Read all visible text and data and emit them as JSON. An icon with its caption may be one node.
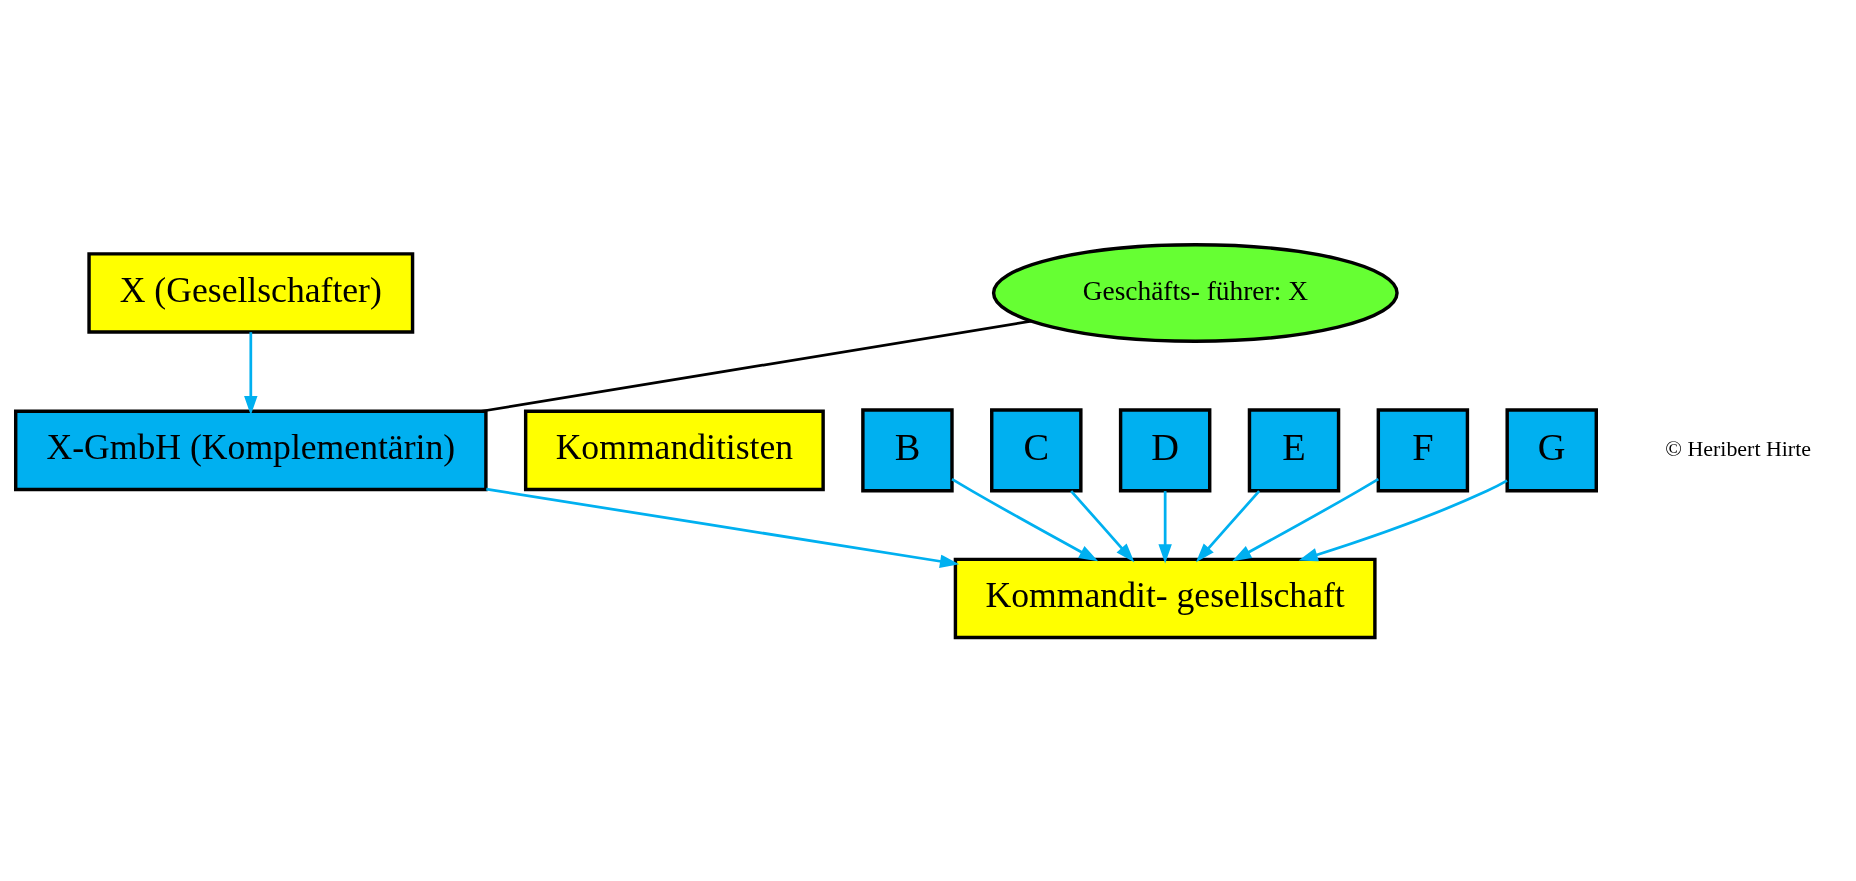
{
  "diagram": {
    "nodes": [
      {
        "text": [
          "X (Gesellschafter)"
        ]
      },
      {
        "text": [
          "X-GmbH (Komplementärin)"
        ]
      },
      {
        "text": [
          "Geschäfts- führer: X"
        ]
      },
      {
        "text": [
          "Kommandit- gesellschaft"
        ]
      },
      {
        "text": [
          "Kommanditisten"
        ]
      },
      {
        "text": [
          "B"
        ]
      },
      {
        "text": [
          "C"
        ]
      },
      {
        "text": [
          "D"
        ]
      },
      {
        "text": [
          "E"
        ]
      },
      {
        "text": [
          "F"
        ]
      },
      {
        "text": [
          "G"
        ]
      }
    ],
    "edges": [
      {
        "from": 0,
        "to": 1,
        "arrow": "to"
      },
      {
        "from": 2,
        "to": 1,
        "arrow": "none",
        "color": "#000000"
      },
      {
        "from": 1,
        "to": 3,
        "arrow": "to"
      },
      {
        "from": 5,
        "to": 3,
        "arrow": "to"
      },
      {
        "from": 6,
        "to": 3,
        "arrow": "to"
      },
      {
        "from": 7,
        "to": 3,
        "arrow": "to"
      },
      {
        "from": 8,
        "to": 3,
        "arrow": "to"
      },
      {
        "from": 9,
        "to": 3,
        "arrow": "to"
      },
      {
        "from": 10,
        "to": 3,
        "arrow": "to"
      }
    ],
    "labels": [
      "© Heribert Hirte"
    ]
  }
}
